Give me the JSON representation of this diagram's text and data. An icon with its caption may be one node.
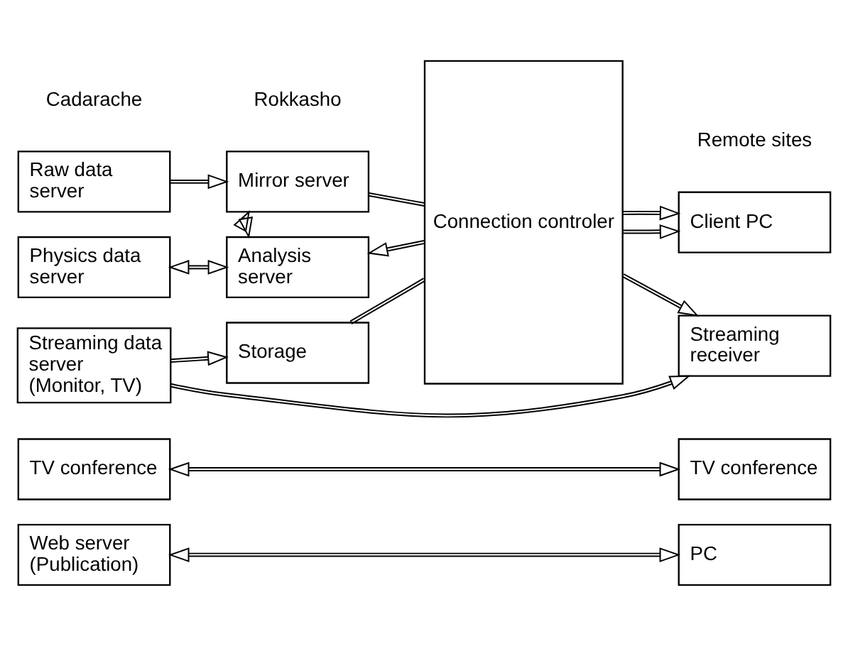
{
  "diagram": {
    "nodes": [
      {
        "text": [
          "Raw data server"
        ]
      },
      {
        "text": [
          "Mirror server"
        ]
      },
      {
        "text": [
          "Connection controler"
        ]
      },
      {
        "text": [
          "Client PC"
        ]
      },
      {
        "text": [
          "Physics data server"
        ]
      },
      {
        "text": [
          "Analysis server"
        ]
      },
      {
        "text": [
          "Streaming data server (Monitor, TV)"
        ]
      },
      {
        "text": [
          "Storage"
        ]
      },
      {
        "text": [
          "Streaming receiver"
        ]
      },
      {
        "text": [
          "TV conference"
        ]
      },
      {
        "text": [
          "TV conference"
        ]
      },
      {
        "text": [
          "Web server (Publication)"
        ]
      },
      {
        "text": [
          "PC"
        ]
      }
    ],
    "edges": [
      {
        "from": 0,
        "to": 1,
        "arrow": "to"
      },
      {
        "from": 1,
        "to": 2,
        "arrow": "none"
      },
      {
        "from": 2,
        "to": 3,
        "arrow": "to"
      },
      {
        "from": 1,
        "to": 5,
        "arrow": "both"
      },
      {
        "from": 4,
        "to": 5,
        "arrow": "both"
      },
      {
        "from": 2,
        "to": 5,
        "arrow": "to"
      },
      {
        "from": 2,
        "to": 3,
        "arrow": "to"
      },
      {
        "from": 6,
        "to": 7,
        "arrow": "to"
      },
      {
        "from": 7,
        "to": 2,
        "arrow": "none"
      },
      {
        "from": 2,
        "to": 8,
        "arrow": "to"
      },
      {
        "from": 6,
        "to": 8,
        "arrow": "to"
      },
      {
        "from": 9,
        "to": 10,
        "arrow": "both"
      },
      {
        "from": 11,
        "to": 12,
        "arrow": "both"
      }
    ],
    "labels": [
      "Cadarache",
      "Rokkasho",
      "Remote sites"
    ]
  }
}
